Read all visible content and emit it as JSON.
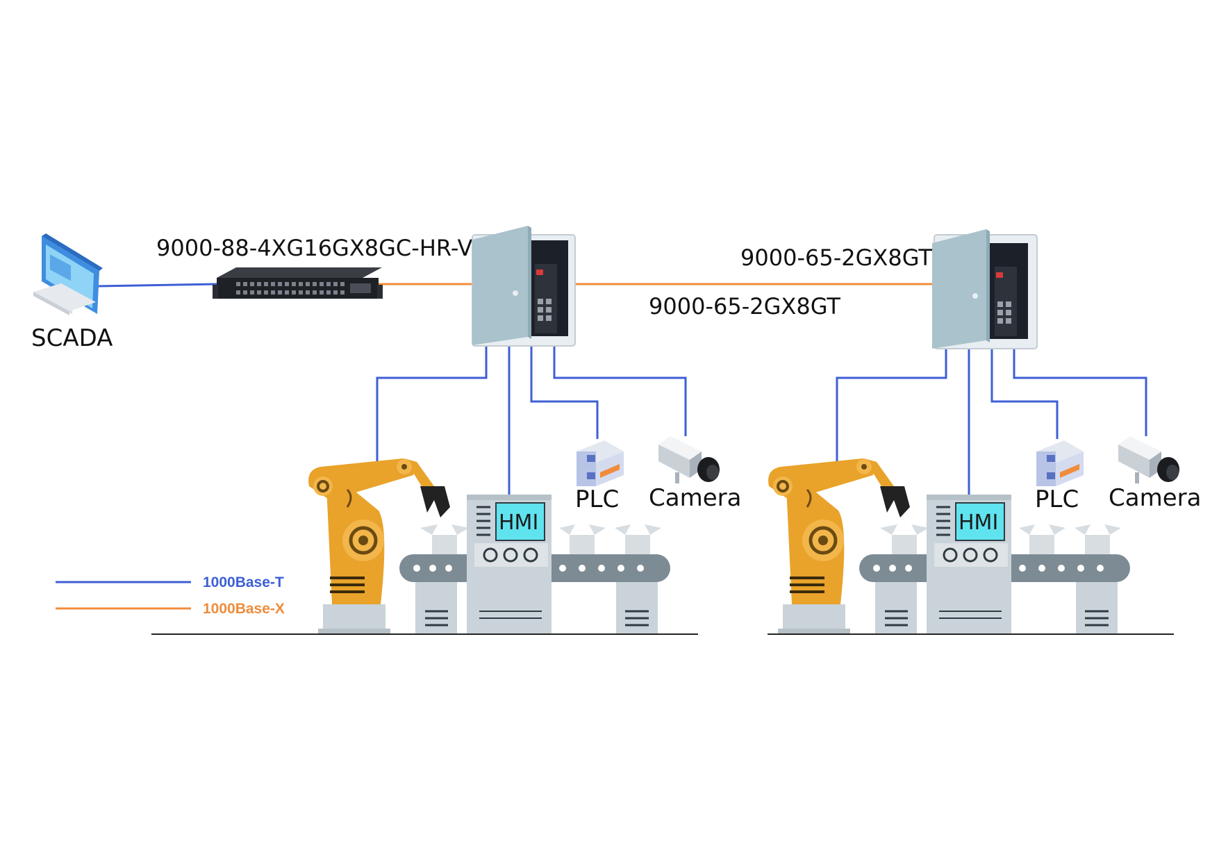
{
  "labels": {
    "scada": "SCADA",
    "core_switch": "9000-88-4XG16GX8GC-HR-V",
    "cabinet_switch_1": "9000-65-2GX8GT",
    "cabinet_switch_2": "9000-65-2GX8GT",
    "hmi_1": "HMI",
    "plc_1": "PLC",
    "camera_1": "Camera",
    "hmi_2": "HMI",
    "plc_2": "PLC",
    "camera_2": "Camera"
  },
  "legend": [
    {
      "label": "1000Base-T",
      "color": "#3d5fd6"
    },
    {
      "label": "1000Base-X",
      "color": "#f08c3c"
    }
  ],
  "colors": {
    "copper_link": "#3d5fd6",
    "fiber_link": "#f08c3c",
    "robot": "#e9a22a",
    "machine": "#c9d3d9",
    "screen": "#5fe3ef"
  }
}
